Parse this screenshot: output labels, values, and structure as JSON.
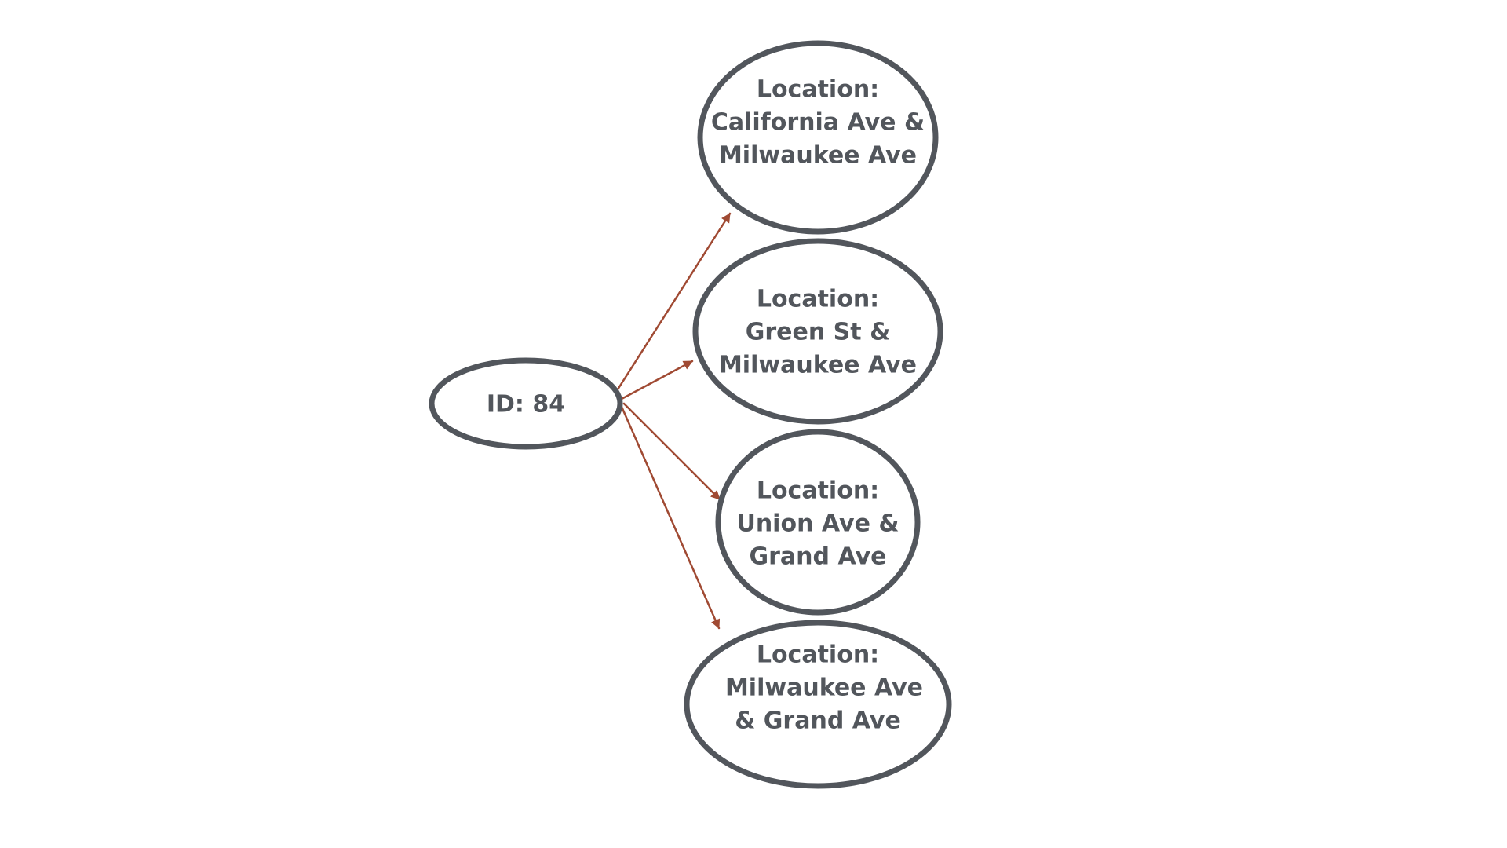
{
  "colors": {
    "node_stroke": "#52565c",
    "node_text": "#52565c",
    "edge": "#a04a33"
  },
  "source": {
    "label": "ID: 84"
  },
  "targets": [
    {
      "lines": [
        "Location:",
        "California Ave &",
        "Milwaukee Ave"
      ]
    },
    {
      "lines": [
        "Location:",
        "Green St &",
        "Milwaukee Ave"
      ]
    },
    {
      "lines": [
        "Location:",
        "Union Ave &",
        "Grand Ave"
      ]
    },
    {
      "lines": [
        "Location:",
        "Milwaukee Ave",
        "& Grand Ave"
      ]
    }
  ]
}
